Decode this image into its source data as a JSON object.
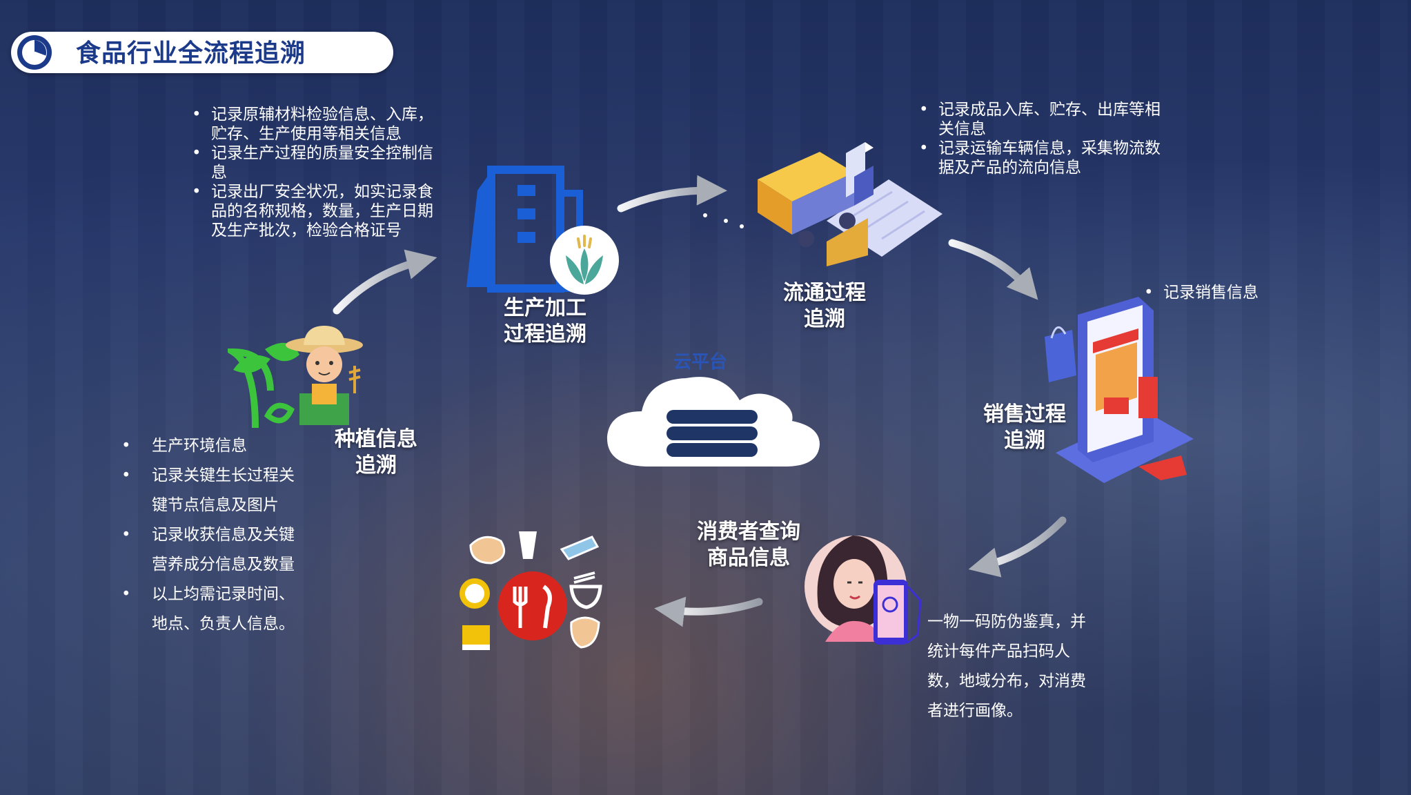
{
  "title": "食品行业全流程追溯",
  "cloud_label": "云平台",
  "stages": {
    "planting": {
      "label_line1": "种植信息",
      "label_line2": "追溯",
      "bullets": [
        "生产环境信息",
        "记录关键生长过程关键节点信息及图片",
        "记录收获信息及关键营养成分信息及数量",
        "以上均需记录时间、地点、负责人信息。"
      ]
    },
    "production": {
      "label_line1": "生产加工",
      "label_line2": "过程追溯",
      "bullets": [
        "记录原辅材料检验信息、入库，贮存、生产使用等相关信息",
        "记录生产过程的质量安全控制信息",
        "记录出厂安全状况，如实记录食品的名称规格，数量，生产日期及生产批次，检验合格证号"
      ]
    },
    "circulation": {
      "label_line1": "流通过程",
      "label_line2": "追溯",
      "bullets": [
        "记录成品入库、贮存、出库等相关信息",
        "记录运输车辆信息，采集物流数据及产品的流向信息"
      ]
    },
    "sales": {
      "label_line1": "销售过程",
      "label_line2": "追溯",
      "bullets": [
        "记录销售信息"
      ]
    },
    "consumer": {
      "label_line1": "消费者查询",
      "label_line2": "商品信息",
      "description": "一物一码防伪鉴真，并统计每件产品扫码人数，地域分布，对消费者进行画像。"
    }
  },
  "colors": {
    "title_text": "#1c3a8a",
    "building_blue": "#1a5fd6",
    "leaf_green": "#3cc43c",
    "plate_red": "#d8261e",
    "cloud_white": "#ffffff",
    "cloud_bars": "#1f3566"
  },
  "icons": {
    "logo": "pie-logo-icon",
    "farmer": "farmer-icon",
    "plant": "sprout-icon",
    "factory": "factory-building-icon",
    "wheat": "wheat-badge-icon",
    "truck": "delivery-truck-icon",
    "shop": "online-shop-icon",
    "consumer": "consumer-phone-icon",
    "food": "food-cluster-icon",
    "cloud": "cloud-server-icon"
  }
}
